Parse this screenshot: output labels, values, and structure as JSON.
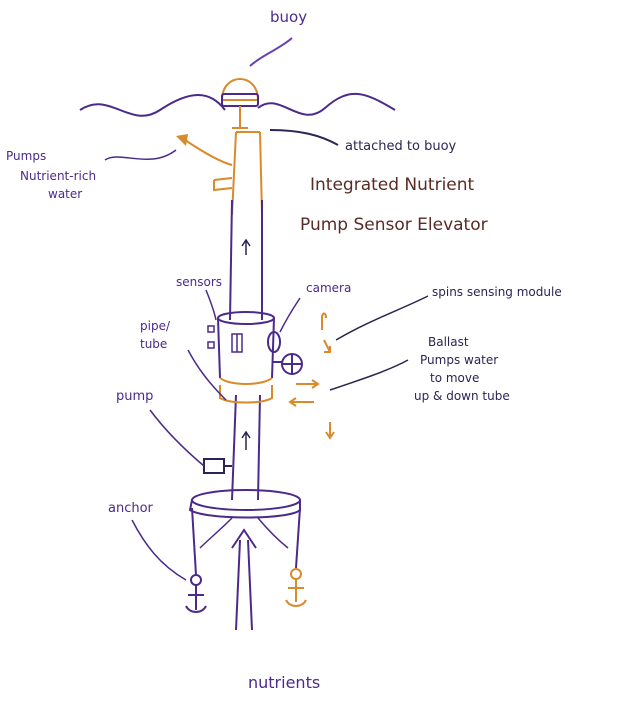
{
  "title": {
    "line1": "Integrated Nutrient",
    "line2": "Pump Sensor Elevator"
  },
  "labels": {
    "buoy": "buoy",
    "attached": "attached to buoy",
    "pumps_line1": "Pumps",
    "pumps_line2": "Nutrient-rich",
    "pumps_line3": "water",
    "sensors": "sensors",
    "camera": "camera",
    "spins": "spins sensing module",
    "pipe_line1": "pipe/",
    "pipe_line2": "tube",
    "ballast_line1": "Ballast",
    "ballast_line2": "Pumps water",
    "ballast_line3": "to move",
    "ballast_line4": "up & down tube",
    "pump": "pump",
    "anchor": "anchor",
    "nutrients": "nutrients"
  },
  "colors": {
    "purple": "#4b2a8a",
    "orange": "#d98a2b",
    "brown": "#5a2a24",
    "dark": "#2b2552"
  }
}
